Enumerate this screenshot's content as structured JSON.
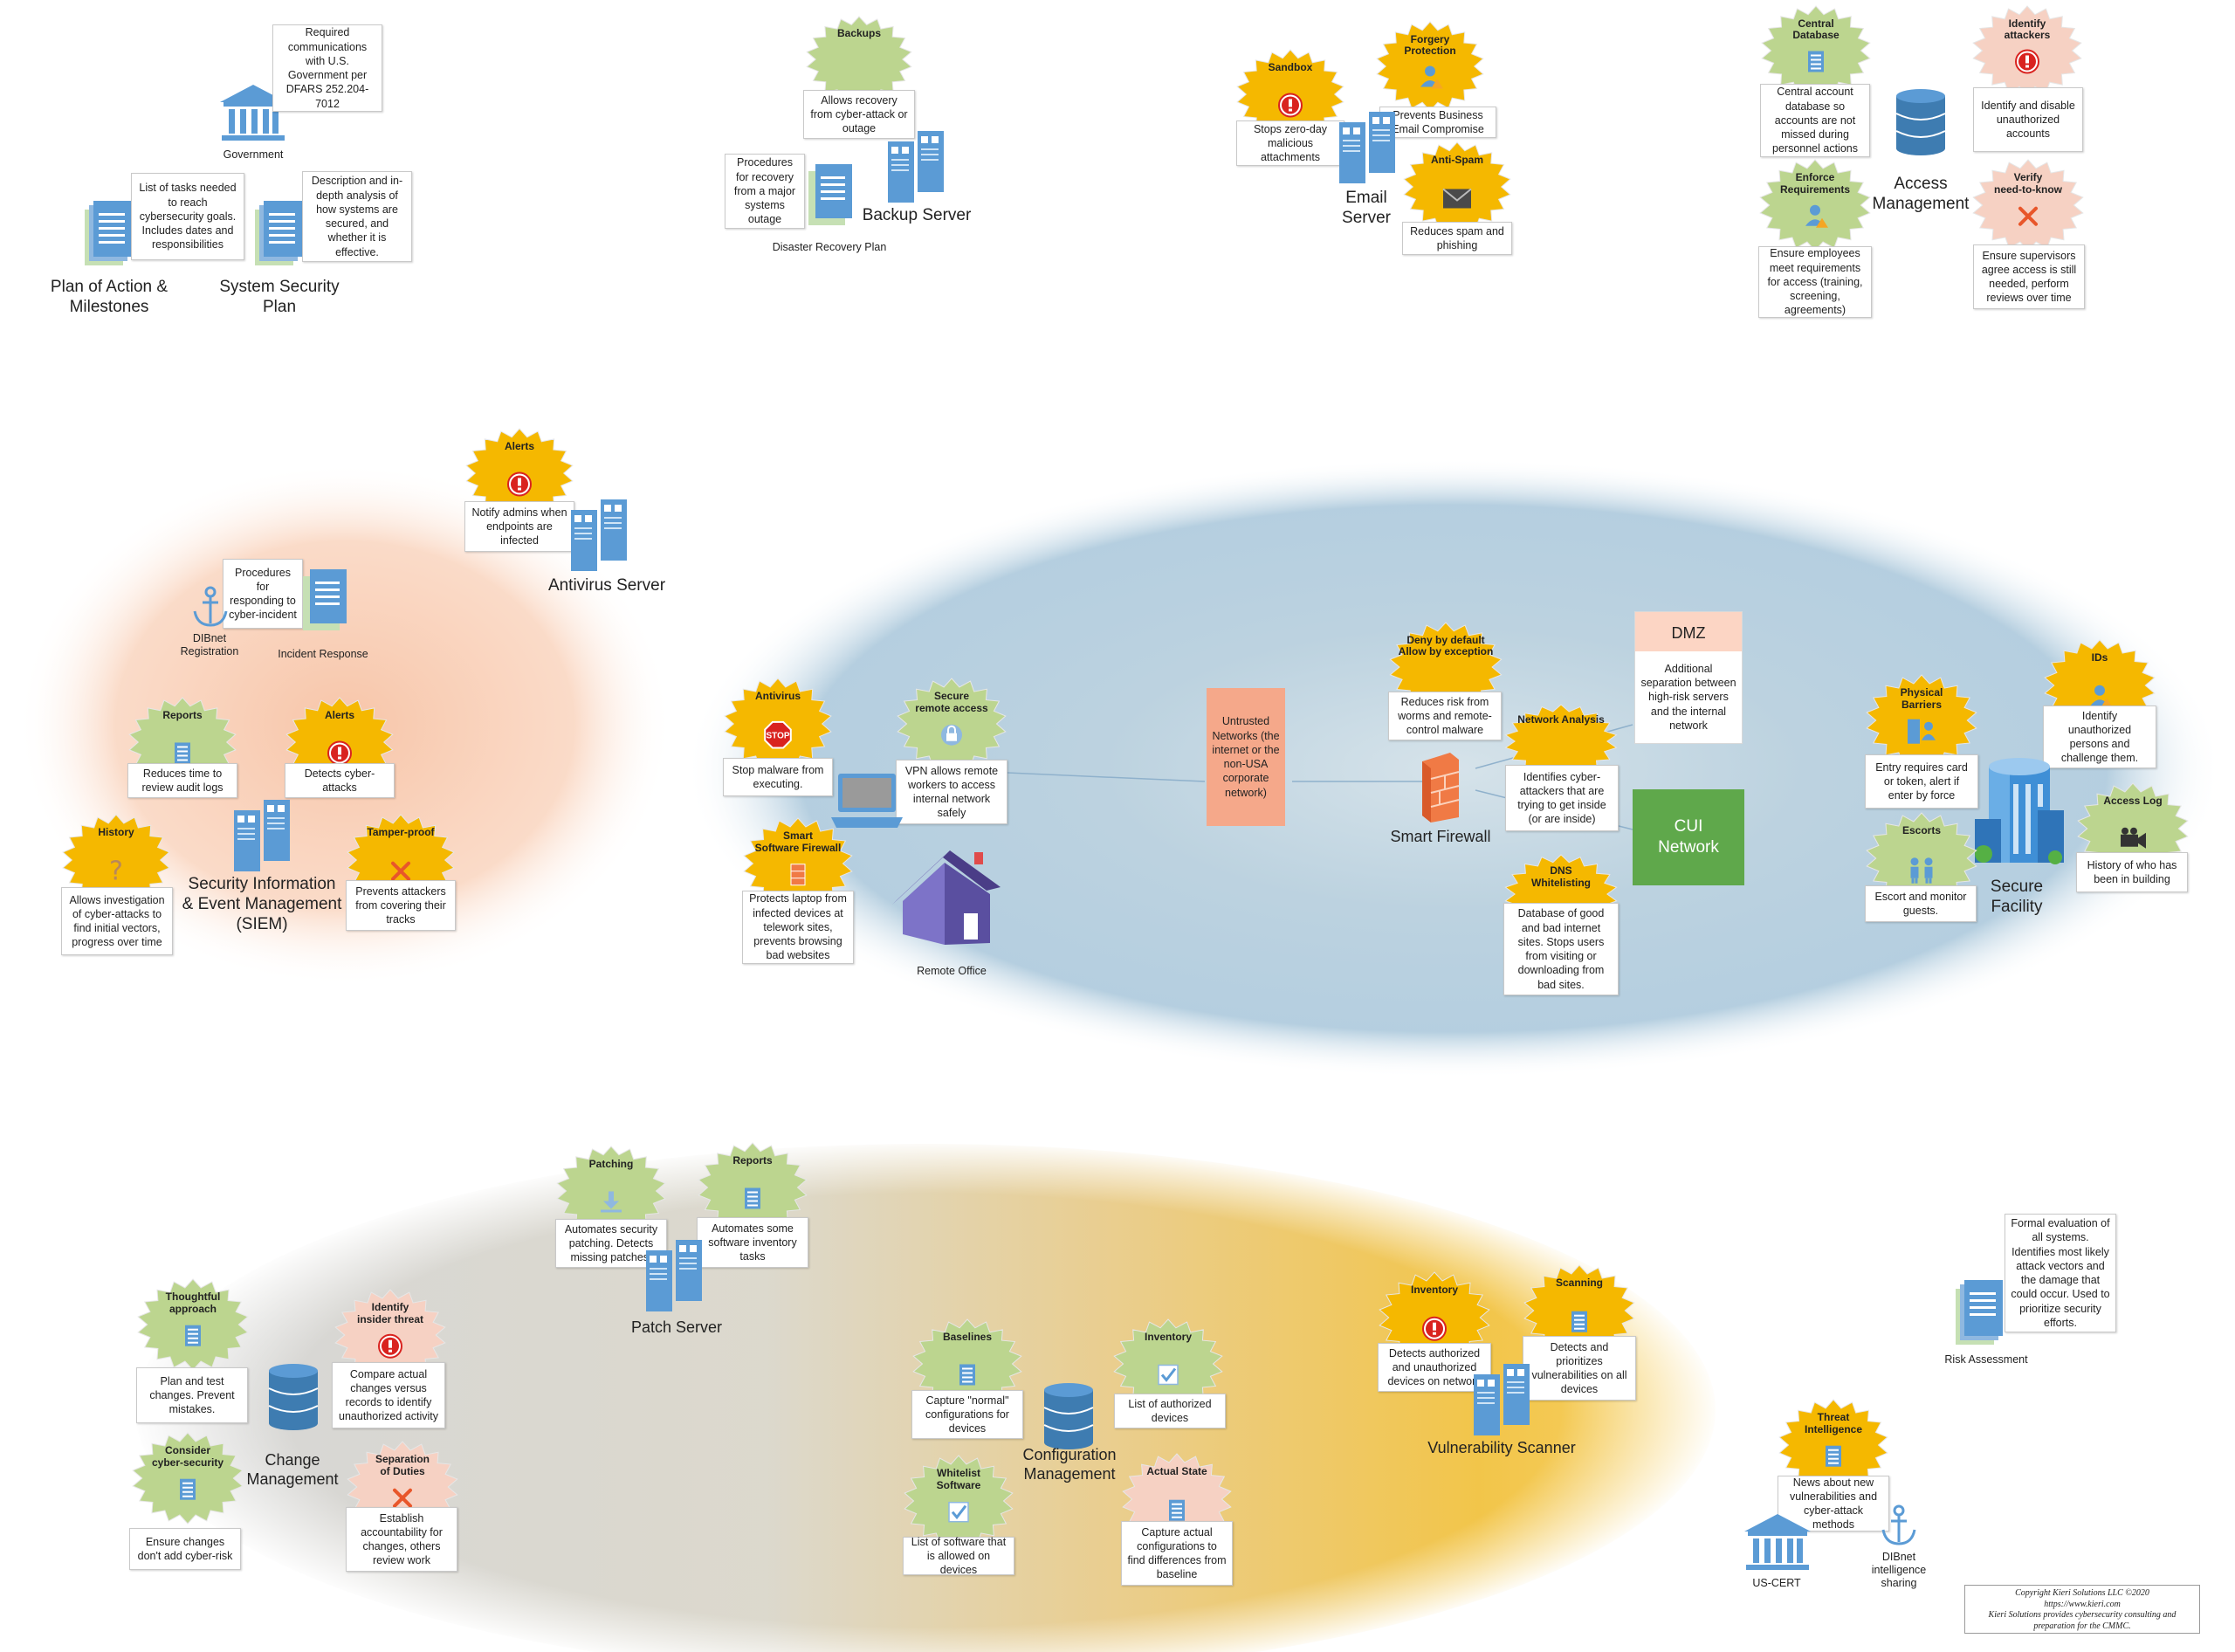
{
  "colors": {
    "burst_green": "#bcd58f",
    "burst_yellow": "#f5b800",
    "burst_pink": "#f6d1c3",
    "server_blue": "#5b9bd5",
    "cui_green": "#5fa84b",
    "untrusted_orange": "#f5a88a",
    "dmz_pink": "#fcd5c4"
  },
  "top_left": {
    "government_label": "Government",
    "government_desc": "Required communications with U.S. Government per DFARS 252.204-7012",
    "poam_desc": "List of tasks needed to reach cybersecurity goals. Includes dates and responsibilities",
    "poam_label": "Plan of Action &\nMilestones",
    "ssp_desc": "Description and in-depth analysis of how systems are secured, and whether it is effective.",
    "ssp_label": "System Security\nPlan"
  },
  "backup": {
    "burst_title": "Backups",
    "burst_desc": "Allows recovery from cyber-attack or outage",
    "drp_desc": "Procedures for recovery from a major systems outage",
    "server_label": "Backup Server",
    "drp_label": "Disaster Recovery Plan"
  },
  "email": {
    "sandbox_title": "Sandbox",
    "sandbox_desc": "Stops zero-day malicious attachments",
    "forgery_title": "Forgery\nProtection",
    "forgery_desc": "Prevents Business Email Compromise",
    "antispam_title": "Anti-Spam",
    "antispam_desc": "Reduces spam and phishing",
    "server_label": "Email\nServer"
  },
  "access": {
    "central_title": "Central\nDatabase",
    "central_desc": "Central account database so accounts are not missed during personnel actions",
    "identify_title": "Identify\nattackers",
    "identify_desc": "Identify and disable unauthorized accounts",
    "enforce_title": "Enforce\nRequirements",
    "enforce_desc": "Ensure employees meet requirements for access (training, screening, agreements)",
    "verify_title": "Verify\nneed-to-know",
    "verify_desc": "Ensure supervisors agree access is still needed, perform reviews over time",
    "label": "Access\nManagement"
  },
  "siem": {
    "alerts1_title": "Alerts",
    "alerts1_desc": "Notify admins when endpoints are infected",
    "antivirus_label": "Antivirus Server",
    "ir_desc": "Procedures for responding to cyber-incident",
    "dibnet_label": "DIBnet\nRegistration",
    "ir_label": "Incident Response",
    "reports_title": "Reports",
    "reports_desc": "Reduces time to review audit logs",
    "alerts2_title": "Alerts",
    "alerts2_desc": "Detects cyber-attacks",
    "history_title": "History",
    "history_desc": "Allows investigation of cyber-attacks to find initial vectors, progress over time",
    "tamper_title": "Tamper-proof",
    "tamper_desc": "Prevents attackers from covering their tracks",
    "label": "Security Information\n& Event Management\n(SIEM)"
  },
  "network": {
    "antivirus_title": "Antivirus",
    "antivirus_desc": "Stop malware from executing.",
    "stop_text": "STOP",
    "secure_remote_title": "Secure\nremote access",
    "secure_remote_desc": "VPN allows remote workers to access internal network safely",
    "smart_sw_title": "Smart\nSoftware Firewall",
    "smart_sw_desc": "Protects laptop from infected devices at telework sites, prevents browsing bad websites",
    "remote_office_label": "Remote Office",
    "untrusted_text": "Untrusted Networks (the internet or the non-USA corporate network)",
    "deny_title": "Deny by default\nAllow by exception",
    "deny_desc": "Reduces risk from worms and remote-control malware",
    "netanalysis_title": "Network Analysis",
    "netanalysis_desc": "Identifies cyber-attackers that are trying to get inside (or are inside)",
    "dns_title": "DNS\nWhitelisting",
    "dns_desc": "Database of good and bad internet sites. Stops users from visiting or downloading from bad sites.",
    "firewall_label": "Smart Firewall",
    "dmz_title": "DMZ",
    "dmz_desc": "Additional separation between high-risk servers and the internal network",
    "cui_text": "CUI\nNetwork"
  },
  "facility": {
    "physical_title": "Physical\nBarriers",
    "physical_desc": "Entry requires card or token, alert if enter by force",
    "ids_title": "IDs",
    "ids_desc": "Identify unauthorized persons and challenge them.",
    "escorts_title": "Escorts",
    "escorts_desc": "Escort and monitor guests.",
    "accesslog_title": "Access Log",
    "accesslog_desc": "History of who has been in building",
    "label": "Secure\nFacility"
  },
  "patch": {
    "patching_title": "Patching",
    "patching_desc": "Automates security patching. Detects missing patches.",
    "reports_title": "Reports",
    "reports_desc": "Automates some software inventory tasks",
    "server_label": "Patch Server"
  },
  "change": {
    "thoughtful_title": "Thoughtful\napproach",
    "thoughtful_desc": "Plan and test changes. Prevent mistakes.",
    "insider_title": "Identify\ninsider threat",
    "insider_desc": "Compare actual changes versus records to identify unauthorized activity",
    "consider_title": "Consider\ncyber-security",
    "consider_desc": "Ensure changes don't add cyber-risk",
    "separation_title": "Separation\nof Duties",
    "separation_desc": "Establish accountability for changes, others review work",
    "label": "Change\nManagement"
  },
  "config": {
    "baselines_title": "Baselines",
    "baselines_desc": "Capture \"normal\" configurations for devices",
    "inventory_title": "Inventory",
    "inventory_desc": "List of authorized devices",
    "whitelist_title": "Whitelist\nSoftware",
    "whitelist_desc": "List of software that is allowed on devices",
    "actual_title": "Actual State",
    "actual_desc": "Capture actual configurations to find differences from baseline",
    "label": "Configuration\nManagement"
  },
  "vuln": {
    "inventory_title": "Inventory",
    "inventory_desc": "Detects authorized and unauthorized devices on network",
    "scanning_title": "Scanning",
    "scanning_desc": "Detects and prioritizes vulnerabilities on all devices",
    "label": "Vulnerability Scanner"
  },
  "risk": {
    "desc": "Formal evaluation of all systems. Identifies most likely attack vectors and the damage that could occur. Used to prioritize security efforts.",
    "label": "Risk Assessment"
  },
  "threat": {
    "title": "Threat\nIntelligence",
    "desc": "News about new vulnerabilities and cyber-attack methods",
    "uscert_label": "US-CERT",
    "dibnet_label": "DIBnet\nintelligence\nsharing"
  },
  "copyright": {
    "line1": "Copyright Kieri Solutions LLC ©2020",
    "line2": "https://www.kieri.com",
    "line3": "Kieri Solutions provides cybersecurity consulting and preparation for the CMMC."
  }
}
